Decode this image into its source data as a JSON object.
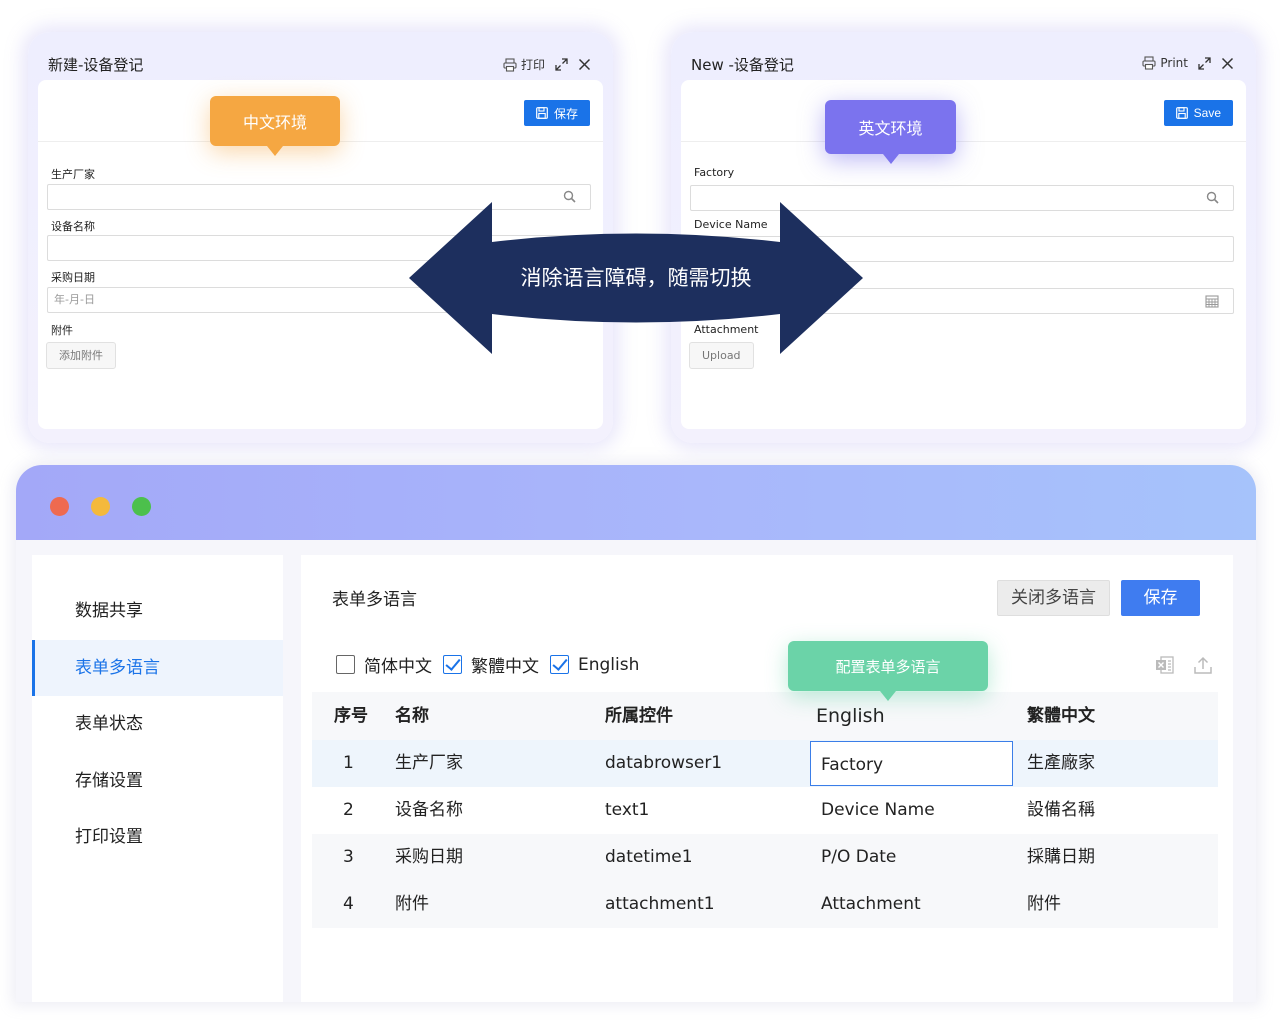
{
  "left_window": {
    "title": "新建-设备登记",
    "print_label": "打印",
    "save_label": "保存",
    "tooltip": "中文环境",
    "fields": {
      "manufacturer_label": "生产厂家",
      "device_name_label": "设备名称",
      "purchase_date_label": "采购日期",
      "purchase_date_placeholder": "年-月-日",
      "attachment_label": "附件",
      "attachment_button": "添加附件"
    }
  },
  "right_window": {
    "title": "New -设备登记",
    "print_label": "Print",
    "save_label": "Save",
    "tooltip": "英文环境",
    "fields": {
      "manufacturer_label": "Factory",
      "device_name_label": "Device Name",
      "attachment_label": "Attachment",
      "attachment_button": "Upload"
    }
  },
  "arrow_caption": "消除语言障碍，随需切换",
  "settings": {
    "sidebar": {
      "items": [
        {
          "label": "数据共享",
          "active": false
        },
        {
          "label": "表单多语言",
          "active": true
        },
        {
          "label": "表单状态",
          "active": false
        },
        {
          "label": "存储设置",
          "active": false
        },
        {
          "label": "打印设置",
          "active": false
        }
      ]
    },
    "title": "表单多语言",
    "close_button": "关闭多语言",
    "save_button": "保存",
    "languages": [
      {
        "label": "简体中文",
        "checked": false
      },
      {
        "label": "繁體中文",
        "checked": true
      },
      {
        "label": "English",
        "checked": true
      }
    ],
    "tooltip": "配置表单多语言",
    "table": {
      "headers": [
        "序号",
        "名称",
        "所属控件",
        "English",
        "繁體中文"
      ],
      "rows": [
        {
          "index": "1",
          "name": "生产厂家",
          "control": "databrowser1",
          "english": "Factory",
          "traditional": "生產廠家"
        },
        {
          "index": "2",
          "name": "设备名称",
          "control": "text1",
          "english": "Device Name",
          "traditional": "設備名稱"
        },
        {
          "index": "3",
          "name": "采购日期",
          "control": "datetime1",
          "english": "P/O Date",
          "traditional": "採購日期"
        },
        {
          "index": "4",
          "name": "附件",
          "control": "attachment1",
          "english": "Attachment",
          "traditional": "附件"
        }
      ]
    }
  },
  "colors": {
    "accent_blue": "#1a73e8",
    "tooltip_orange": "#f5a742",
    "tooltip_purple": "#7b73ee",
    "tooltip_green": "#6bd3a8",
    "arrow_navy": "#1d2f5e",
    "traffic_red": "#ee6a50",
    "traffic_yellow": "#f4b93c",
    "traffic_green": "#4cc04c"
  },
  "icons": [
    "printer-icon",
    "expand-icon",
    "close-icon",
    "save-disk-icon",
    "search-icon",
    "calendar-icon",
    "excel-icon",
    "upload-icon"
  ]
}
